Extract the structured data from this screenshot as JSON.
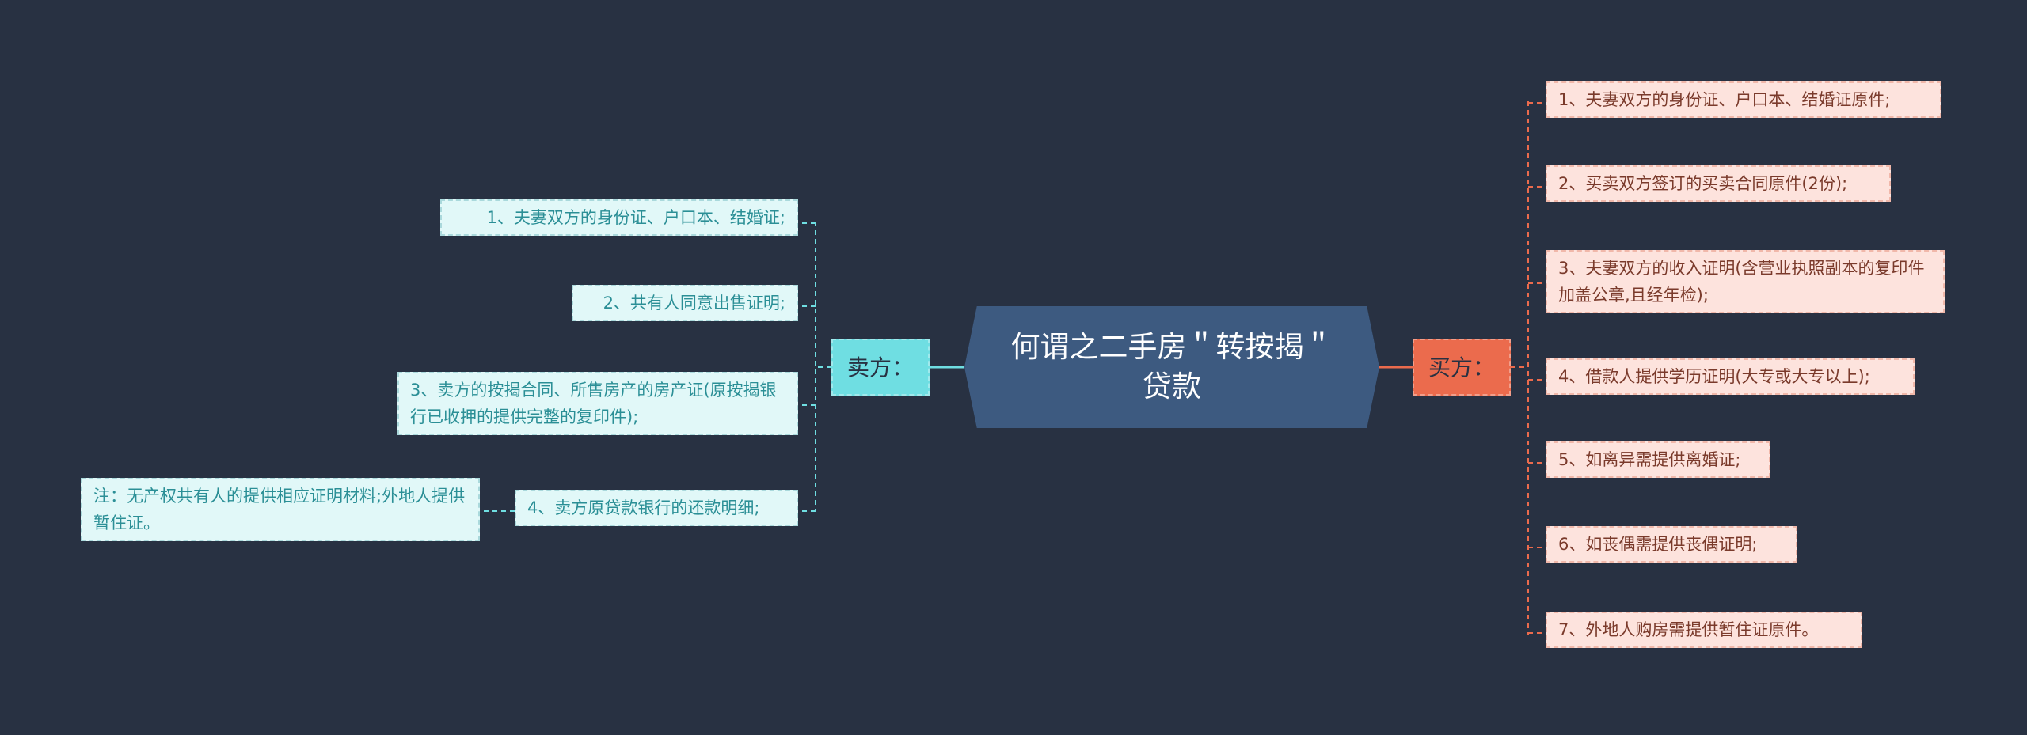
{
  "root": {
    "title": "何谓之二手房＂转按揭＂贷款"
  },
  "seller": {
    "label": "卖方：",
    "items": [
      "1、夫妻双方的身份证、户口本、结婚证;",
      "2、共有人同意出售证明;",
      "3、卖方的按揭合同、所售房产的房产证(原按揭银行已收押的提供完整的复印件);",
      "4、卖方原贷款银行的还款明细;"
    ],
    "note": "注：无产权共有人的提供相应证明材料;外地人提供暂住证。"
  },
  "buyer": {
    "label": "买方：",
    "items": [
      "1、夫妻双方的身份证、户口本、结婚证原件;",
      "2、买卖双方签订的买卖合同原件(2份);",
      "3、夫妻双方的收入证明(含营业执照副本的复印件加盖公章,且经年检);",
      "4、借款人提供学历证明(大专或大专以上);",
      "5、如离异需提供离婚证;",
      "6、如丧偶需提供丧偶证明;",
      "7、外地人购房需提供暂住证原件。"
    ]
  },
  "colors": {
    "background": "#283142",
    "root": "#3d5a80",
    "seller_accent": "#6fdee2",
    "buyer_accent": "#eb6b4d",
    "seller_leaf_bg": "#e1f8f8",
    "buyer_leaf_bg": "#fde3dd"
  }
}
